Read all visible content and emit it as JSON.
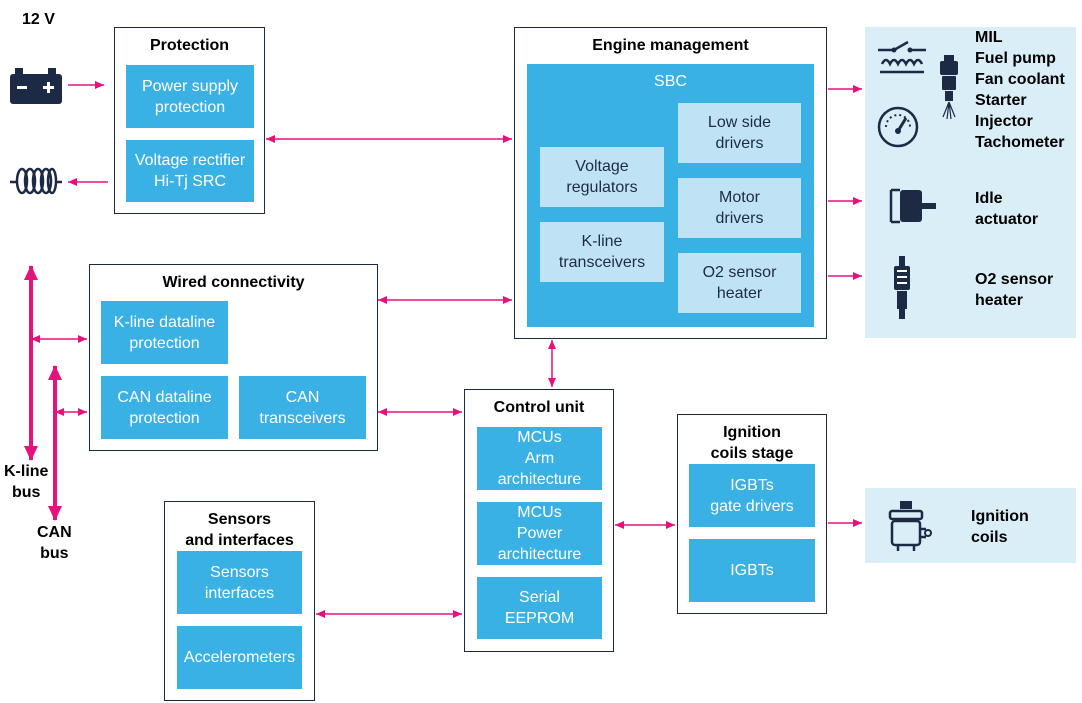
{
  "supply": {
    "label": "12 V"
  },
  "protection": {
    "title": "Protection",
    "blocks": [
      "Power supply\nprotection",
      "Voltage rectifier\nHi-Tj SRC"
    ]
  },
  "wired": {
    "title": "Wired connectivity",
    "blocks": [
      "K-line dataline\nprotection",
      "CAN dataline\nprotection",
      "CAN\ntransceivers"
    ]
  },
  "bus": {
    "kline": "K-line\nbus",
    "can": "CAN\nbus"
  },
  "engine": {
    "title": "Engine management",
    "sbc": "SBC",
    "blocks": [
      "Voltage\nregulators",
      "K-line\ntransceivers",
      "Low side\ndrivers",
      "Motor\ndrivers",
      "O2 sensor\nheater"
    ]
  },
  "control": {
    "title": "Control unit",
    "blocks": [
      "MCUs\nArm\narchitecture",
      "MCUs\nPower\narchitecture",
      "Serial\nEEPROM"
    ]
  },
  "ignition": {
    "title": "Ignition\ncoils stage",
    "blocks": [
      "IGBTs\ngate drivers",
      "IGBTs"
    ]
  },
  "sensors": {
    "title": "Sensors\nand interfaces",
    "blocks": [
      "Sensors\ninterfaces",
      "Accelerometers"
    ]
  },
  "outputs": {
    "group1": "MIL\nFuel pump\nFan coolant\nStarter\nInjector\nTachometer",
    "idle": "Idle\nactuator",
    "o2": "O2 sensor\nheater",
    "coils": "Ignition\ncoils"
  },
  "colors": {
    "accent": "#e5127d",
    "block": "#3ab1e5",
    "light_block": "#bfe3f5",
    "panel": "#daeef8",
    "border": "#1d2a45",
    "icon": "#1d2a45"
  }
}
